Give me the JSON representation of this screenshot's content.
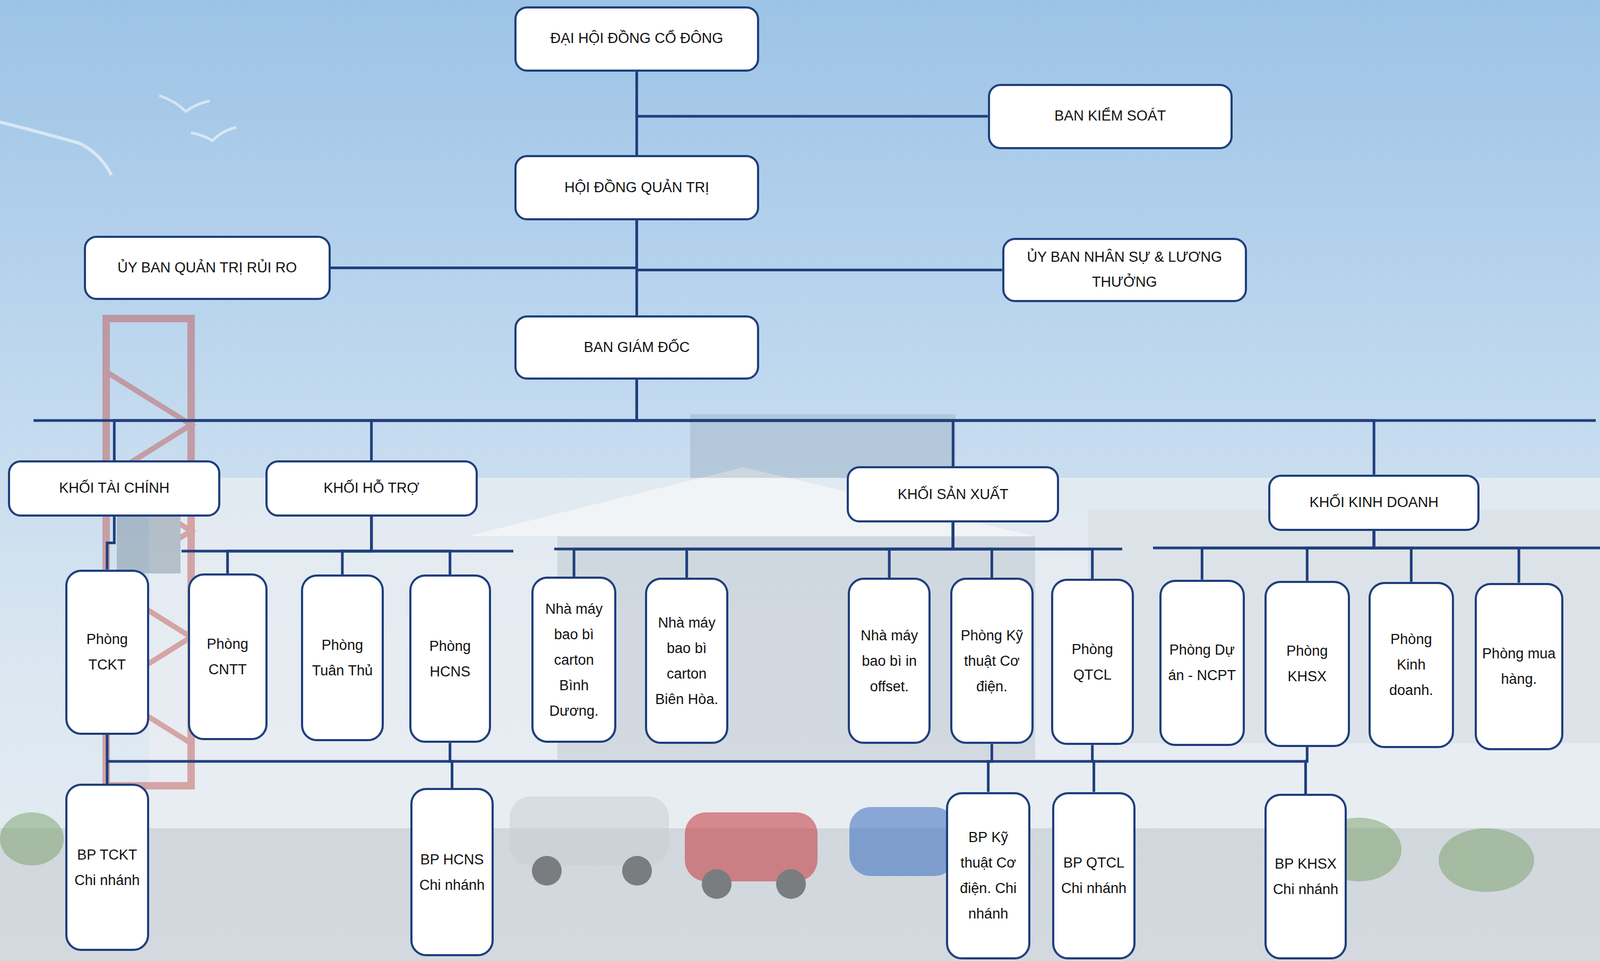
{
  "diagram": {
    "nodes": [
      {
        "text": [
          "ĐẠI HỘI ĐỒNG CỔ ĐÔNG"
        ]
      },
      {
        "text": [
          "BAN KIỂM SOÁT"
        ]
      },
      {
        "text": [
          "HỘI ĐỒNG QUẢN TRỊ"
        ]
      },
      {
        "text": [
          "ỦY BAN QUẢN TRỊ RỦI RO"
        ]
      },
      {
        "text": [
          "ỦY BAN NHÂN SỰ & LƯƠNG THƯỞNG"
        ]
      },
      {
        "text": [
          "BAN GIÁM ĐỐC"
        ]
      },
      {
        "text": [
          "KHỐI TÀI CHÍNH"
        ]
      },
      {
        "text": [
          "KHỐI HỖ TRỢ"
        ]
      },
      {
        "text": [
          "KHỐI SẢN XUẤT"
        ]
      },
      {
        "text": [
          "KHỐI KINH DOANH"
        ]
      },
      {
        "text": [
          "Phòng TCKT"
        ]
      },
      {
        "text": [
          "Phòng CNTT"
        ]
      },
      {
        "text": [
          "Phòng Tuân Thủ"
        ]
      },
      {
        "text": [
          "Phòng HCNS"
        ]
      },
      {
        "text": [
          "Nhà máy bao bì carton Bình Dương."
        ]
      },
      {
        "text": [
          "Nhà máy bao bì carton Biên Hòa."
        ]
      },
      {
        "text": [
          "Nhà máy bao bì in offset."
        ]
      },
      {
        "text": [
          "Phòng Kỹ thuật Cơ điện."
        ]
      },
      {
        "text": [
          "Phòng QTCL"
        ]
      },
      {
        "text": [
          "Phòng Dự án - NCPT"
        ]
      },
      {
        "text": [
          "Phòng KHSX"
        ]
      },
      {
        "text": [
          "Phòng Kinh doanh."
        ]
      },
      {
        "text": [
          "Phòng mua hàng."
        ]
      },
      {
        "text": [
          "BP TCKT Chi nhánh"
        ]
      },
      {
        "text": [
          "BP HCNS Chi nhánh"
        ]
      },
      {
        "text": [
          "BP Kỹ thuật Cơ điện. Chi nhánh"
        ]
      },
      {
        "text": [
          "BP QTCL Chi nhánh"
        ]
      },
      {
        "text": [
          "BP KHSX Chi nhánh"
        ]
      }
    ],
    "edges": [
      {
        "from": 0,
        "to": 2,
        "arrow": "none"
      },
      {
        "from": 0,
        "to": 1,
        "arrow": "none"
      },
      {
        "from": 2,
        "to": 5,
        "arrow": "none"
      },
      {
        "from": 2,
        "to": 3,
        "arrow": "none"
      },
      {
        "from": 2,
        "to": 4,
        "arrow": "none"
      },
      {
        "from": 5,
        "to": 6,
        "arrow": "none"
      },
      {
        "from": 5,
        "to": 7,
        "arrow": "none"
      },
      {
        "from": 5,
        "to": 8,
        "arrow": "none"
      },
      {
        "from": 5,
        "to": 9,
        "arrow": "none"
      },
      {
        "from": 6,
        "to": 10,
        "arrow": "none"
      },
      {
        "from": 7,
        "to": 11,
        "arrow": "none"
      },
      {
        "from": 7,
        "to": 12,
        "arrow": "none"
      },
      {
        "from": 7,
        "to": 13,
        "arrow": "none"
      },
      {
        "from": 8,
        "to": 14,
        "arrow": "none"
      },
      {
        "from": 8,
        "to": 15,
        "arrow": "none"
      },
      {
        "from": 8,
        "to": 16,
        "arrow": "none"
      },
      {
        "from": 8,
        "to": 17,
        "arrow": "none"
      },
      {
        "from": 8,
        "to": 18,
        "arrow": "none"
      },
      {
        "from": 9,
        "to": 19,
        "arrow": "none"
      },
      {
        "from": 9,
        "to": 20,
        "arrow": "none"
      },
      {
        "from": 9,
        "to": 21,
        "arrow": "none"
      },
      {
        "from": 9,
        "to": 22,
        "arrow": "none"
      },
      {
        "from": 10,
        "to": 23,
        "arrow": "none"
      },
      {
        "from": 13,
        "to": 24,
        "arrow": "none"
      },
      {
        "from": 17,
        "to": 25,
        "arrow": "none"
      },
      {
        "from": 18,
        "to": 26,
        "arrow": "none"
      },
      {
        "from": 20,
        "to": 27,
        "arrow": "none"
      }
    ]
  }
}
